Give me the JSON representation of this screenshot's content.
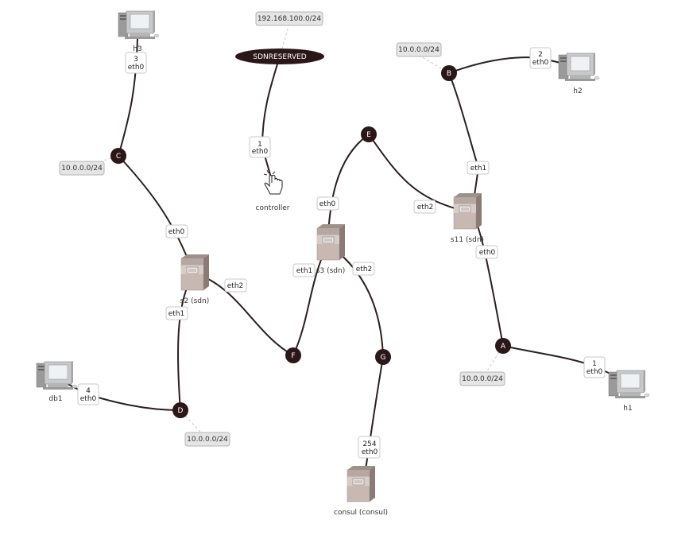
{
  "hosts": {
    "h3": {
      "label": "h3"
    },
    "h2": {
      "label": "h2"
    },
    "h1": {
      "label": "h1"
    },
    "db1": {
      "label": "db1"
    }
  },
  "switches": {
    "s2": {
      "label": "s2 (sdn)"
    },
    "s3": {
      "label": "s3 (sdn)"
    },
    "s11": {
      "label": "s11 (sdn)"
    },
    "consul": {
      "label": "consul (consul)"
    }
  },
  "controller": {
    "label": "controller"
  },
  "sdn_reserved": {
    "label": "SDNRESERVED"
  },
  "routers": {
    "A": "A",
    "B": "B",
    "C": "C",
    "D": "D",
    "E": "E",
    "F": "F",
    "G": "G"
  },
  "subnets": {
    "top": "192.168.100.0/24",
    "b": "10.0.0.0/24",
    "c": "10.0.0.0/24",
    "d": "10.0.0.0/24",
    "a": "10.0.0.0/24"
  },
  "interfaces": {
    "h3_if": {
      "num": "3",
      "name": "eth0"
    },
    "h2_if": {
      "num": "2",
      "name": "eth0"
    },
    "h1_if": {
      "num": "1",
      "name": "eth0"
    },
    "db1_if": {
      "num": "4",
      "name": "eth0"
    },
    "ctrl_if": {
      "num": "1",
      "name": "eth0"
    },
    "consul_if": {
      "num": "254",
      "name": "eth0"
    },
    "s2_eth0": {
      "name": "eth0"
    },
    "s2_eth1": {
      "name": "eth1"
    },
    "s2_eth2": {
      "name": "eth2"
    },
    "s3_eth0": {
      "name": "eth0"
    },
    "s3_eth1": {
      "name": "eth1"
    },
    "s3_eth2": {
      "name": "eth2"
    },
    "s11_eth0": {
      "name": "eth0"
    },
    "s11_eth1": {
      "name": "eth1"
    },
    "s11_eth2": {
      "name": "eth2"
    }
  },
  "icons": [
    "host-computer-icon",
    "switch-server-icon",
    "controller-hand-icon"
  ],
  "colors": {
    "router": "#2b1717",
    "link": "#2b1f1f",
    "subnet_fill": "#e5e5e5"
  }
}
